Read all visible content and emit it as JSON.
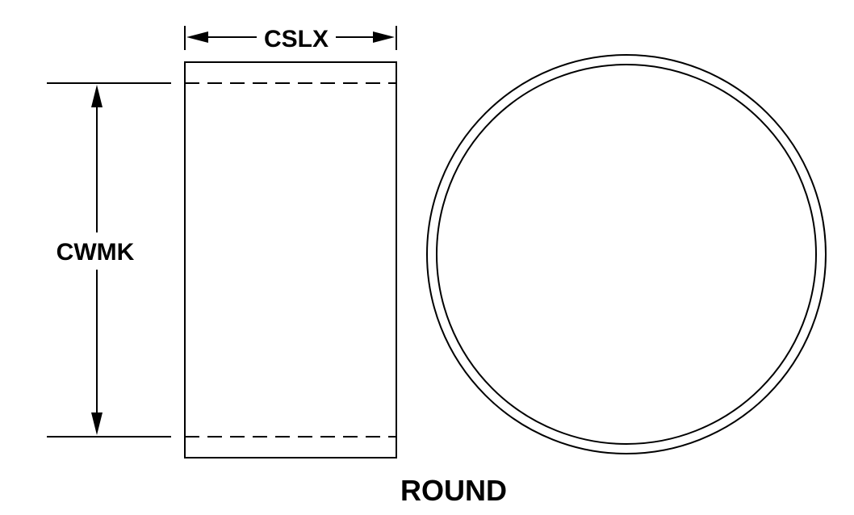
{
  "dimensions": {
    "width_label": "CSLX",
    "height_label": "CWMK"
  },
  "shape_label": "ROUND",
  "colors": {
    "line": "#000000",
    "background": "#ffffff"
  }
}
